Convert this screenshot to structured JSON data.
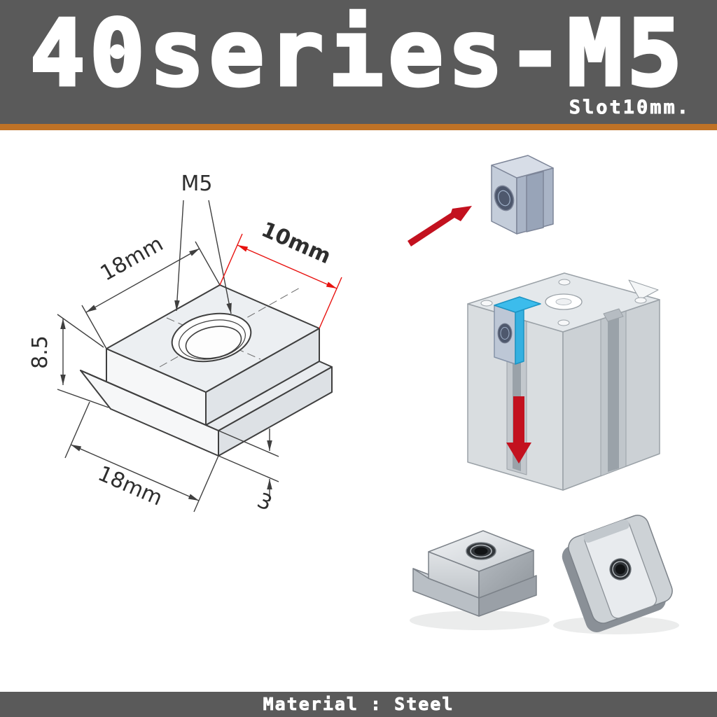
{
  "header": {
    "title": "40series-M5",
    "subtitle": "Slot10mm."
  },
  "footer": {
    "material_label": "Material : Steel"
  },
  "technical_drawing": {
    "labels": {
      "thread_size": "M5",
      "top_length": "18mm",
      "slot_width": "10mm",
      "total_height": "8.5",
      "base_width": "18mm",
      "base_thickness": "3"
    }
  },
  "colors": {
    "banner_bg": "#5a5a5a",
    "accent_orange": "#bf7226",
    "dimension_red": "#e8120f",
    "arrow_red": "#c3111f",
    "highlight_cyan": "#3cbcec",
    "line_dark": "#3f3f3f"
  }
}
